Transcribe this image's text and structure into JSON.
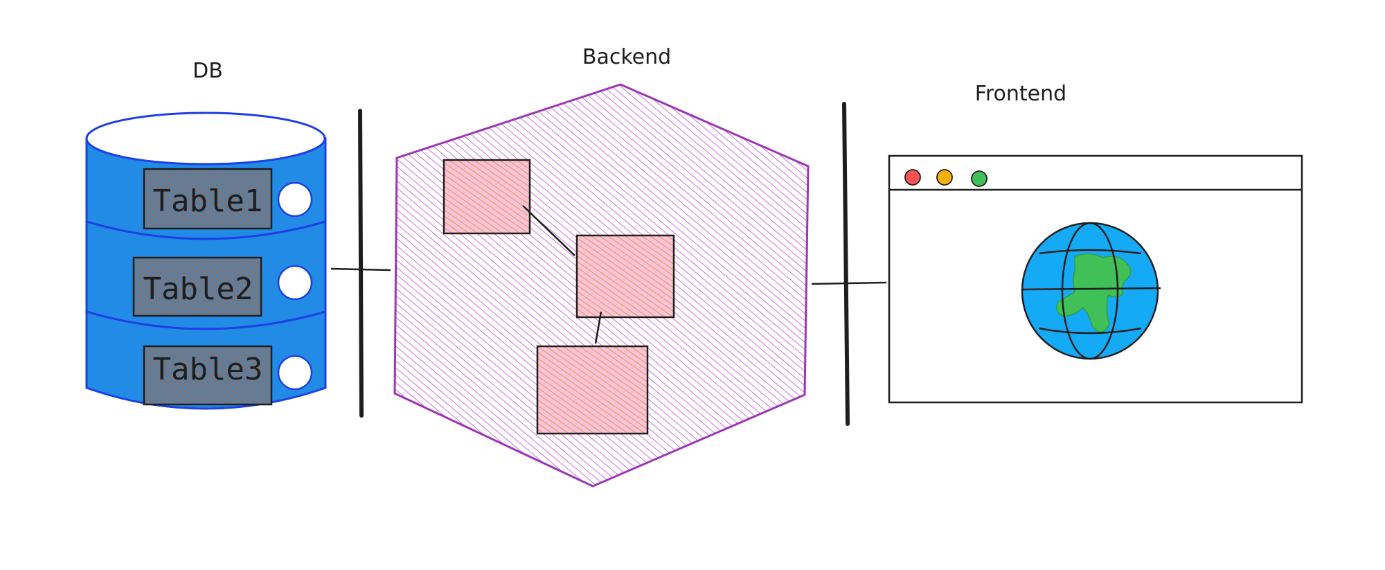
{
  "labels": {
    "db": "DB",
    "backend": "Backend",
    "frontend": "Frontend"
  },
  "db": {
    "tables": [
      "Table1",
      "Table2",
      "Table3"
    ]
  },
  "colors": {
    "db_fill": "#228be6",
    "db_stroke": "#1c3fe6",
    "table_fill": "#5a7fa0",
    "table_hatch": "#e8590c",
    "backend_fill": "#be4bdb",
    "backend_stroke": "#9c36b5",
    "module_hatch": "#fa8c5a",
    "stroke": "#1e1e1e",
    "dot_red": "#fa5252",
    "dot_yellow": "#fab005",
    "dot_green": "#40c057",
    "globe_blue": "#15aaf5",
    "globe_green": "#40c057"
  }
}
